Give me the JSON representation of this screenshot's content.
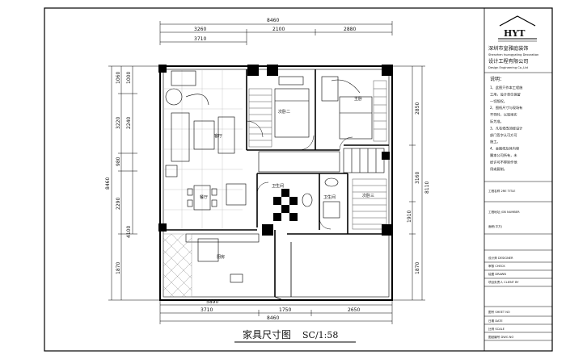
{
  "title_block": {
    "logo_text": "HYT",
    "company_cn_1": "深圳市皇雅庭装饰",
    "company_en_1": "Shenzhen huangyating Decoration",
    "company_cn_2": "设计工程有限公司",
    "company_en_2": "Design Engineering Co.,Ltd",
    "notes_title": "说明：",
    "notes": [
      "1、此图只作本工程施",
      "   工用，设计单位保留",
      "   一切版权。",
      "2、图纸尺寸与现场有",
      "   不符时，以现场实",
      "   际为准。",
      "3、凡有修改须经设计",
      "   部门签字认可方可",
      "   施工。",
      "4、本图纸及其内容",
      "   属本公司所有，未",
      "   经许可不得转作他",
      "   用或复制。"
    ],
    "fields": [
      "工程名称 2RE TITLE",
      "工程地址 JOB NUMBER",
      "面积(平方)",
      "设计师 DESIGNER",
      "审核 CHECK",
      "绘图 DRAWN",
      "项目负责人 CLIENT BY",
      "图号 SHEET NO",
      "日期 DATE",
      "比例 SCALE",
      "图纸编号 DWG NO"
    ]
  },
  "drawing": {
    "caption": "家具尺寸图",
    "scale": "SC/1:58",
    "dims_top_overall": "8460",
    "dims_top": [
      "3260",
      "2100",
      "2880"
    ],
    "dims_top_inner": "3710",
    "dims_bottom": [
      "3710",
      "1750",
      "2650"
    ],
    "dims_bottom_inner": "5890",
    "dims_bottom_overall": "8460",
    "dims_left_overall": "8460",
    "dims_left": [
      "1060",
      "3220",
      "980",
      "2290",
      "1870"
    ],
    "dims_left_inner": [
      "1000",
      "2240",
      "4100"
    ],
    "dims_right": [
      "2850",
      "3160",
      "1910",
      "1870"
    ],
    "dims_right_overall": "8110",
    "rooms": {
      "bedroom": "主卧",
      "second_bedroom": "次卧二",
      "living": "客厅",
      "dining": "餐厅",
      "kitchen": "厨房",
      "bathroom_main": "卫生间",
      "bathroom_second": "卫生间",
      "third_bedroom": "次卧三"
    }
  }
}
